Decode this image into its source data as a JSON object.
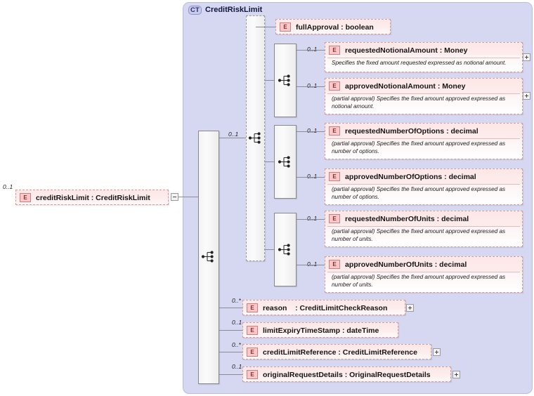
{
  "diagram": {
    "kind": "xsd-schema-diagram",
    "complex_type": {
      "badge": "CT",
      "title": "CreditRiskLimit"
    },
    "root_element": {
      "badge": "E",
      "label": "creditRiskLimit : CreditRiskLimit",
      "cardinality": "0..1",
      "toggle": "collapse-minus"
    },
    "compositors": [
      {
        "name": "outer-sequence",
        "icon": "sequence-icon"
      },
      {
        "name": "inner-choice-sequence",
        "icon": "sequence-icon",
        "cardinality": "0..1"
      },
      {
        "name": "notional-amount-sequence",
        "icon": "sequence-icon"
      },
      {
        "name": "number-of-options-sequence",
        "icon": "sequence-icon"
      },
      {
        "name": "number-of-units-sequence",
        "icon": "sequence-icon"
      }
    ],
    "elements": [
      {
        "id": "fullApproval",
        "badge": "E",
        "label": "fullApproval : boolean",
        "cardinality": "",
        "doc": "",
        "expand": false
      },
      {
        "id": "requestedNotionalAmount",
        "badge": "E",
        "label": "requestedNotionalAmount : Money",
        "cardinality": "0..1",
        "doc": "Specifies the fixed amount requested expressed as notional amount.",
        "expand": true
      },
      {
        "id": "approvedNotionalAmount",
        "badge": "E",
        "label": "approvedNotionalAmount : Money",
        "cardinality": "0..1",
        "doc": "(partial approval) Specifies the fixed amount approved expressed as notional amount.",
        "expand": true
      },
      {
        "id": "requestedNumberOfOptions",
        "badge": "E",
        "label": "requestedNumberOfOptions : decimal",
        "cardinality": "0..1",
        "doc": "(partial approval) Specifies the fixed amount approved expressed as number of options.",
        "expand": false
      },
      {
        "id": "approvedNumberOfOptions",
        "badge": "E",
        "label": "approvedNumberOfOptions : decimal",
        "cardinality": "0..1",
        "doc": "(partial approval) Specifies the fixed amount approved expressed as number of options.",
        "expand": false
      },
      {
        "id": "requestedNumberOfUnits",
        "badge": "E",
        "label": "requestedNumberOfUnits : decimal",
        "cardinality": "0..1",
        "doc": "(partial approval) Specifies the fixed amount approved expressed as number of units.",
        "expand": false
      },
      {
        "id": "approvedNumberOfUnits",
        "badge": "E",
        "label": "approvedNumberOfUnits : decimal",
        "cardinality": "0..1",
        "doc": "(partial approval) Specifies the fixed amount approved expressed as number of units.",
        "expand": false
      },
      {
        "id": "reason",
        "badge": "E",
        "label": "reason    : CreditLimitCheckReason",
        "cardinality": "0..*",
        "doc": "",
        "expand": true
      },
      {
        "id": "limitExpiryTimeStamp",
        "badge": "E",
        "label": "limitExpiryTimeStamp : dateTime",
        "cardinality": "0..1",
        "doc": "",
        "expand": false
      },
      {
        "id": "creditLimitReference",
        "badge": "E",
        "label": "creditLimitReference : CreditLimitReference",
        "cardinality": "0..*",
        "doc": "",
        "expand": true
      },
      {
        "id": "originalRequestDetails",
        "badge": "E",
        "label": "originalRequestDetails : OriginalRequestDetails",
        "cardinality": "0..1",
        "doc": "",
        "expand": true
      }
    ],
    "colors": {
      "panel_background": "#d6d8f2",
      "panel_border": "#b9bbe4",
      "element_fill": "#fde9e9",
      "element_border": "#d89a9a",
      "badge_fill": "#f9c8c8",
      "connector": "#8b8b96",
      "group_border": "#888888",
      "canvas": "#ffffff"
    }
  }
}
